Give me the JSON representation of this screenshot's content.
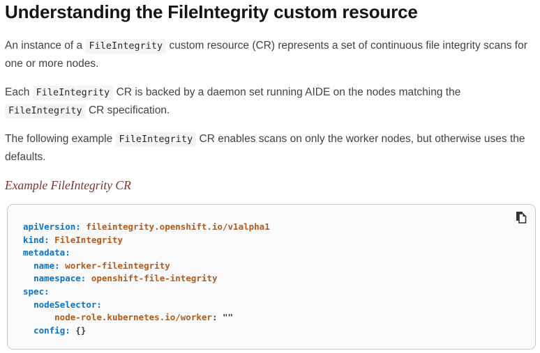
{
  "header": {
    "title": "Understanding the FileIntegrity custom resource"
  },
  "paragraphs": [
    {
      "segments": [
        {
          "type": "text",
          "text": "An instance of a "
        },
        {
          "type": "code",
          "text": "FileIntegrity"
        },
        {
          "type": "text",
          "text": " custom resource (CR) represents a set of continuous file integrity scans for one or more nodes."
        }
      ]
    },
    {
      "segments": [
        {
          "type": "text",
          "text": "Each "
        },
        {
          "type": "code",
          "text": "FileIntegrity"
        },
        {
          "type": "text",
          "text": " CR is backed by a daemon set running AIDE on the nodes matching the "
        },
        {
          "type": "code",
          "text": "FileIntegrity"
        },
        {
          "type": "text",
          "text": " CR specification."
        }
      ]
    },
    {
      "segments": [
        {
          "type": "text",
          "text": "The following example "
        },
        {
          "type": "code",
          "text": "FileIntegrity"
        },
        {
          "type": "text",
          "text": " CR enables scans on only the worker nodes, but otherwise uses the defaults."
        }
      ]
    }
  ],
  "example": {
    "caption": "Example FileIntegrity CR",
    "copy_icon": "copy-icon",
    "code_lines": [
      [
        {
          "c": "key",
          "s": "apiVersion:"
        },
        {
          "c": "pln",
          "s": " "
        },
        {
          "c": "val",
          "s": "fileintegrity.openshift.io/v1alpha1"
        }
      ],
      [
        {
          "c": "key",
          "s": "kind:"
        },
        {
          "c": "pln",
          "s": " "
        },
        {
          "c": "val",
          "s": "FileIntegrity"
        }
      ],
      [
        {
          "c": "key",
          "s": "metadata:"
        }
      ],
      [
        {
          "c": "pln",
          "s": "  "
        },
        {
          "c": "key",
          "s": "name:"
        },
        {
          "c": "pln",
          "s": " "
        },
        {
          "c": "val",
          "s": "worker-fileintegrity"
        }
      ],
      [
        {
          "c": "pln",
          "s": "  "
        },
        {
          "c": "key",
          "s": "namespace:"
        },
        {
          "c": "pln",
          "s": " "
        },
        {
          "c": "val",
          "s": "openshift-file-integrity"
        }
      ],
      [
        {
          "c": "key",
          "s": "spec:"
        }
      ],
      [
        {
          "c": "pln",
          "s": "  "
        },
        {
          "c": "key",
          "s": "nodeSelector:"
        }
      ],
      [
        {
          "c": "pln",
          "s": "      "
        },
        {
          "c": "val",
          "s": "node-role.kubernetes.io/worker"
        },
        {
          "c": "pun",
          "s": ":"
        },
        {
          "c": "pln",
          "s": " "
        },
        {
          "c": "pun",
          "s": "\"\""
        }
      ],
      [
        {
          "c": "pln",
          "s": "  "
        },
        {
          "c": "key",
          "s": "config:"
        },
        {
          "c": "pln",
          "s": " "
        },
        {
          "c": "pun",
          "s": "{}"
        }
      ]
    ]
  },
  "colors": {
    "heading": "#151515",
    "body": "#3f4347",
    "caption": "#7d342c",
    "code_key": "#0d73c4",
    "code_val": "#b45a18",
    "code_pun": "#3f3f3f",
    "inline_code_bg": "#f5f5f5",
    "code_block_bg": "#fafafa",
    "code_block_border": "#c5c8cb",
    "icon": "#333333"
  }
}
